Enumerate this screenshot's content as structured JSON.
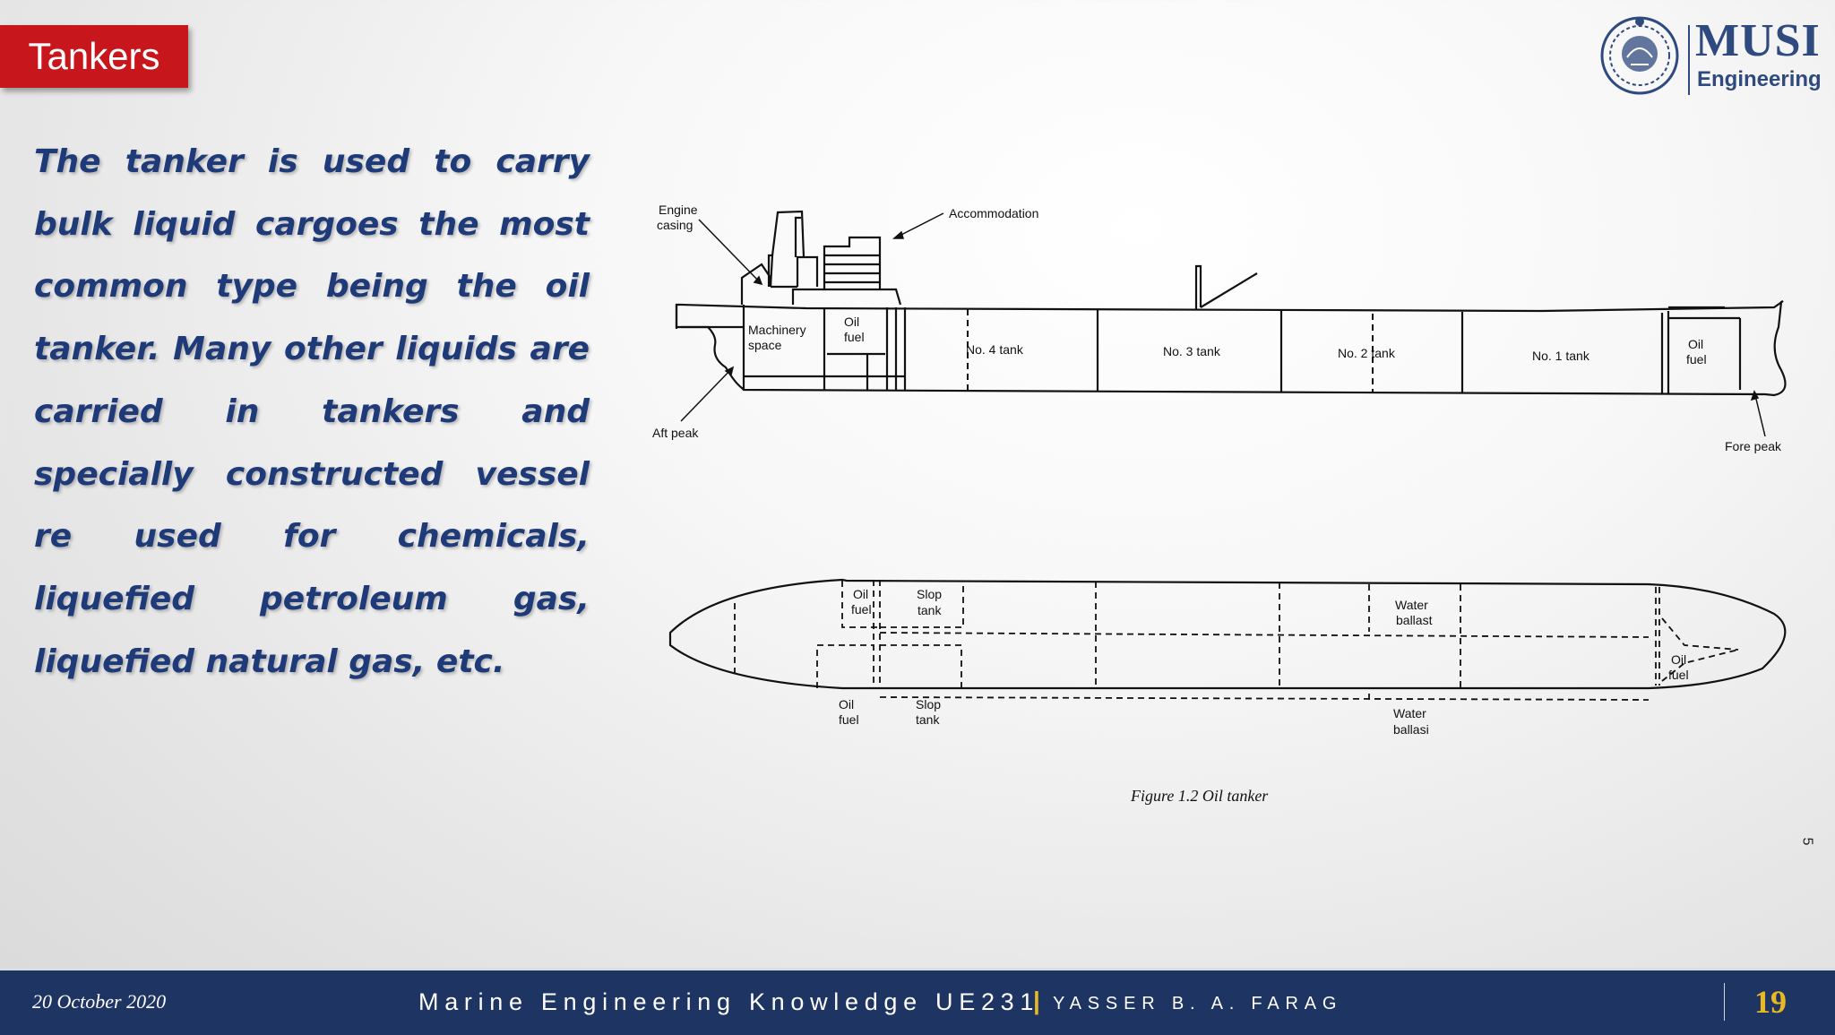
{
  "slide": {
    "title": "Tankers",
    "body": "The tanker is used to carry bulk liquid cargoes the most common type being the oil tanker. Many other liquids are carried in tankers and specially constructed vessel re used for chemicals, liquefied petroleum gas, liquefied natural gas, etc."
  },
  "logo": {
    "name": "MUSI",
    "subtitle": "Engineering"
  },
  "figure": {
    "caption": "Figure 1.2 Oil tanker",
    "side_view_labels": {
      "engine_casing_line1": "Engine",
      "engine_casing_line2": "casing",
      "accommodation": "Accommodation",
      "machinery_line1": "Machinery",
      "machinery_line2": "space",
      "oil_line1": "Oil",
      "fuel_line2": "fuel",
      "tank4": "No. 4 tank",
      "tank3": "No. 3 tank",
      "tank2": "No. 2 tank",
      "tank1": "No. 1 tank",
      "aft_peak": "Aft peak",
      "fore_peak": "Fore peak"
    },
    "plan_view_labels": {
      "oil": "Oil",
      "fuel": "fuel",
      "slop": "Slop",
      "tank": "tank",
      "water": "Water",
      "ballast_top": "ballast",
      "ballast_bottom": "ballasi"
    },
    "side_number": "5"
  },
  "footer": {
    "date": "20 October 2020",
    "course": "Marine Engineering Knowledge UE231",
    "separator": "|",
    "author": "YASSER B. A. FARAG",
    "page": "19"
  }
}
